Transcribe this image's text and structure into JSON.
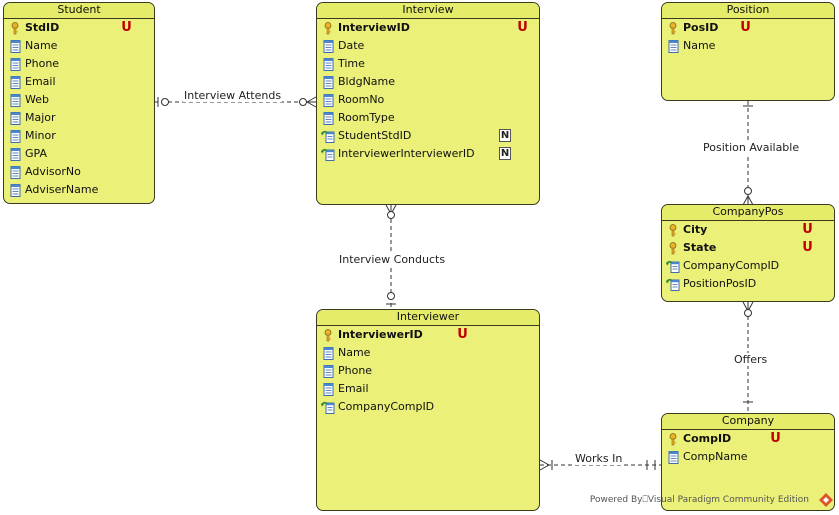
{
  "entities": {
    "student": {
      "title": "Student",
      "columns": [
        {
          "name": "StdID",
          "key": "pk",
          "flag": "U"
        },
        {
          "name": "Name",
          "key": "col",
          "flag": ""
        },
        {
          "name": "Phone",
          "key": "col",
          "flag": ""
        },
        {
          "name": "Email",
          "key": "col",
          "flag": ""
        },
        {
          "name": "Web",
          "key": "col",
          "flag": ""
        },
        {
          "name": "Major",
          "key": "col",
          "flag": ""
        },
        {
          "name": "Minor",
          "key": "col",
          "flag": ""
        },
        {
          "name": "GPA",
          "key": "col",
          "flag": ""
        },
        {
          "name": "AdvisorNo",
          "key": "col",
          "flag": ""
        },
        {
          "name": "AdviserName",
          "key": "col",
          "flag": ""
        }
      ]
    },
    "interview": {
      "title": "Interview",
      "columns": [
        {
          "name": "InterviewID",
          "key": "pk",
          "flag": "U"
        },
        {
          "name": "Date",
          "key": "col",
          "flag": ""
        },
        {
          "name": "Time",
          "key": "col",
          "flag": ""
        },
        {
          "name": "BldgName",
          "key": "col",
          "flag": ""
        },
        {
          "name": "RoomNo",
          "key": "col",
          "flag": ""
        },
        {
          "name": "RoomType",
          "key": "col",
          "flag": ""
        },
        {
          "name": "StudentStdID",
          "key": "fk",
          "flag": "N"
        },
        {
          "name": "InterviewerInterviewerID",
          "key": "fk",
          "flag": "N"
        }
      ]
    },
    "position": {
      "title": "Position",
      "columns": [
        {
          "name": "PosID",
          "key": "pk",
          "flag": "U"
        },
        {
          "name": "Name",
          "key": "col",
          "flag": ""
        }
      ]
    },
    "companypos": {
      "title": "CompanyPos",
      "columns": [
        {
          "name": "City",
          "key": "pk",
          "flag": "U"
        },
        {
          "name": "State",
          "key": "pk",
          "flag": "U"
        },
        {
          "name": "CompanyCompID",
          "key": "fk",
          "flag": ""
        },
        {
          "name": "PositionPosID",
          "key": "fk",
          "flag": ""
        }
      ]
    },
    "interviewer": {
      "title": "Interviewer",
      "columns": [
        {
          "name": "InterviewerID",
          "key": "pk",
          "flag": "U"
        },
        {
          "name": "Name",
          "key": "col",
          "flag": ""
        },
        {
          "name": "Phone",
          "key": "col",
          "flag": ""
        },
        {
          "name": "Email",
          "key": "col",
          "flag": ""
        },
        {
          "name": "CompanyCompID",
          "key": "fk",
          "flag": ""
        }
      ]
    },
    "company": {
      "title": "Company",
      "columns": [
        {
          "name": "CompID",
          "key": "pk",
          "flag": "U"
        },
        {
          "name": "CompName",
          "key": "col",
          "flag": ""
        }
      ]
    }
  },
  "relationships": {
    "attends": "Interview Attends",
    "conducts": "Interview Conducts",
    "available": "Position Available",
    "offers": "Offers",
    "works_in": "Works In"
  },
  "footer": "Powered By⎕Visual Paradigm Community Edition"
}
